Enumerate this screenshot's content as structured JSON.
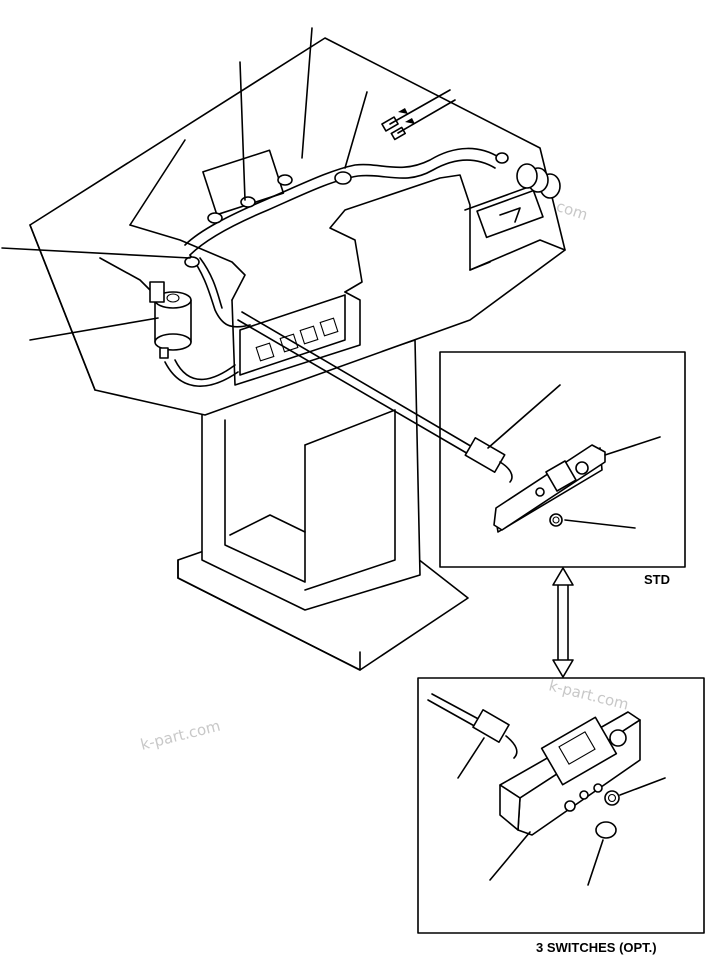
{
  "labels": {
    "std": "STD",
    "opt": "3 SWITCHES (OPT.)"
  },
  "watermarks": [
    "k-part.com",
    "k-part.com",
    "k-part.com",
    "k-part.com"
  ]
}
